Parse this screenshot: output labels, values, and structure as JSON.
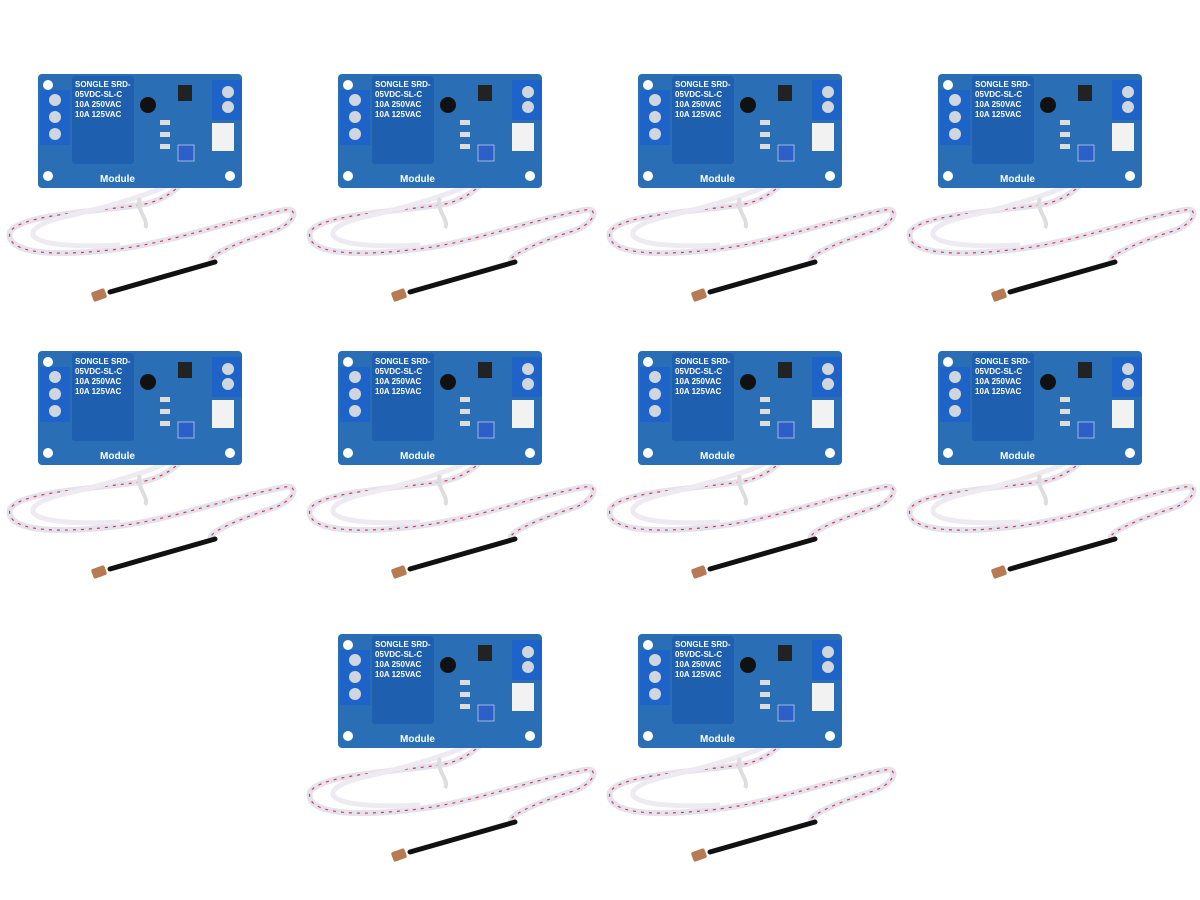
{
  "product": {
    "quantity": 10,
    "relay_marking": "SONGLE SRD-05VDC-SL-C 10A 250VAC 10A 125VAC",
    "board_marking": "Module"
  },
  "colors": {
    "pcb": "#2a6fb5",
    "relay": "#1f5fb0",
    "terminal": "#1e63c8",
    "cable": "#e8e4ee",
    "cable_stripe": "#d23a5a",
    "sensor_sleeve": "#1a1a1a",
    "ldr": "#b77a52"
  }
}
